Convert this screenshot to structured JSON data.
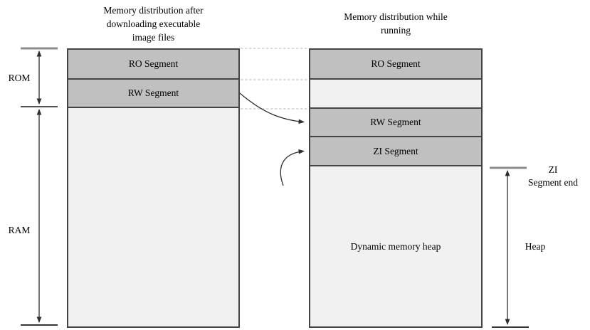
{
  "left_column": {
    "title_lines": [
      "Memory distribution after",
      "downloading executable",
      "image files"
    ],
    "segments": {
      "ro": "RO Segment",
      "rw": "RW Segment"
    }
  },
  "right_column": {
    "title_lines": [
      "Memory distribution while",
      "running"
    ],
    "segments": {
      "ro": "RO Segment",
      "rw": "RW Segment",
      "zi": "ZI Segment"
    },
    "heap_label": "Dynamic memory heap"
  },
  "brackets": {
    "rom_label": "ROM",
    "ram_label": "RAM",
    "zi_end_lines": [
      "ZI",
      "Segment end"
    ],
    "heap_label": "Heap"
  },
  "colors": {
    "segment_fill": "#c0c0c0",
    "light_fill": "#f1f1f1",
    "box_border": "#444444",
    "dashed_line": "#c6c6c6",
    "arrow_stroke": "#2e2e2e",
    "gray_tick": "#8c8c8c"
  }
}
